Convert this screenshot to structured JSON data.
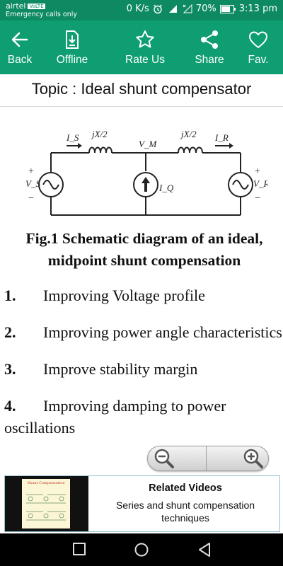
{
  "status_bar": {
    "carrier": "airtel",
    "carrier_badge": "VoLTE",
    "emergency": "Emergency calls only",
    "net_speed": "0 K/s",
    "battery": "70%",
    "time": "3:13 pm"
  },
  "toolbar": {
    "items": [
      {
        "label": "Back",
        "icon": "arrow-left-icon"
      },
      {
        "label": "Offline",
        "icon": "download-file-icon"
      },
      {
        "label": "Rate Us",
        "icon": "star-icon"
      },
      {
        "label": "Share",
        "icon": "share-icon"
      },
      {
        "label": "Fav.",
        "icon": "heart-icon"
      }
    ]
  },
  "topic": "Topic : Ideal shunt compensator",
  "diagram": {
    "labels": {
      "is": "I_S",
      "jx_left": "jX/2",
      "vm": "V_M",
      "jx_right": "jX/2",
      "ir": "I_R",
      "vs": "V_S",
      "iq": "I_Q",
      "vr": "V_R",
      "plus": "+",
      "minus": "−"
    }
  },
  "caption": "Fig.1 Schematic diagram of an ideal, midpoint shunt compensation",
  "points": [
    {
      "num": "1.",
      "text": "Improving Voltage profile"
    },
    {
      "num": "2.",
      "text": "Improving power angle characteristics"
    },
    {
      "num": "3.",
      "text": "Improve stability margin"
    },
    {
      "num": "4.",
      "text": "Improving damping to power oscillations"
    }
  ],
  "zoom": {
    "out_icon": "zoom-out-icon",
    "in_icon": "zoom-in-icon"
  },
  "banner": {
    "title": "Related Videos",
    "subtitle": "Series and shunt compensation techniques",
    "thumb_title": "Shunt Compensation"
  },
  "navbar": {
    "icons": [
      "recents-square-icon",
      "home-circle-icon",
      "back-triangle-icon"
    ]
  }
}
